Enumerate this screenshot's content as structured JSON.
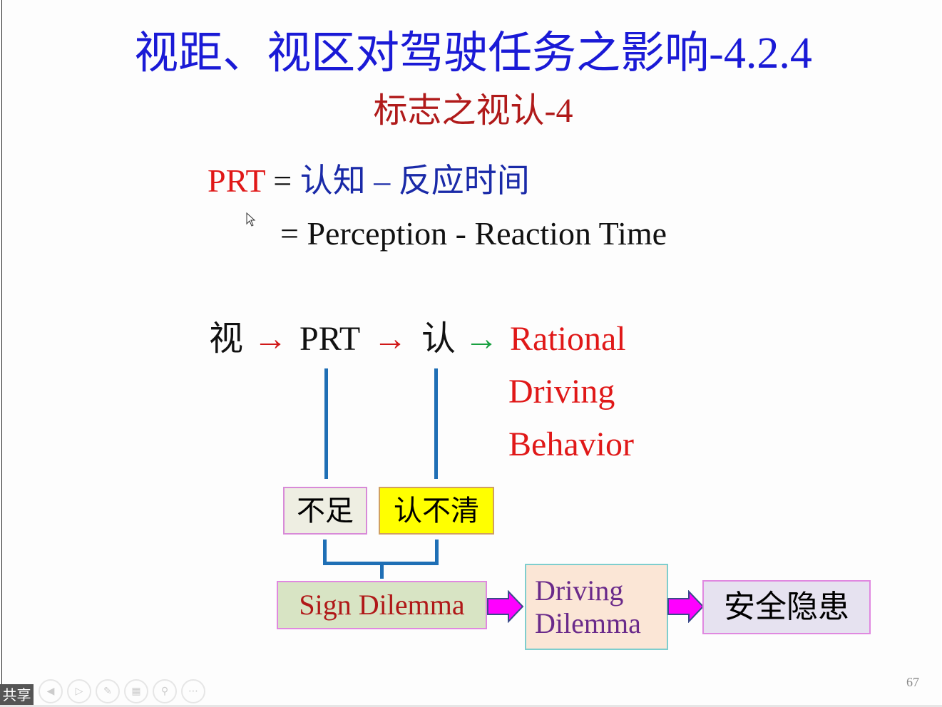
{
  "slide": {
    "title": "视距、视区对驾驶任务之影响-4.2.4",
    "subtitle": "标志之视认-4",
    "definition": {
      "term": "PRT",
      "eq1": "=",
      "chinese": "认知 – 反应时间",
      "eq2": "= Perception - Reaction Time"
    },
    "flow": {
      "step1": "视",
      "arrow1": "→",
      "step2": "PRT",
      "arrow2": "→",
      "step3": "认",
      "arrow3": "→",
      "result_lines": [
        "Rational",
        "Driving",
        "Behavior"
      ]
    },
    "boxes": {
      "insufficient": "不足",
      "unclear": "认不清",
      "sign_dilemma": "Sign Dilemma",
      "driving_dilemma": [
        "Driving",
        "Dilemma"
      ],
      "safety_hazard": "安全隐患"
    },
    "page_number": "67"
  },
  "overlay": {
    "share_label": "共享",
    "controls": [
      "previous-icon",
      "play-icon",
      "pen-icon",
      "grid-icon",
      "zoom-icon",
      "more-icon"
    ]
  },
  "colors": {
    "title": "#1a1ad6",
    "subtitle": "#b01a1a",
    "connector": "#1f6fb5",
    "arrow_fill": "#ff00ff"
  }
}
